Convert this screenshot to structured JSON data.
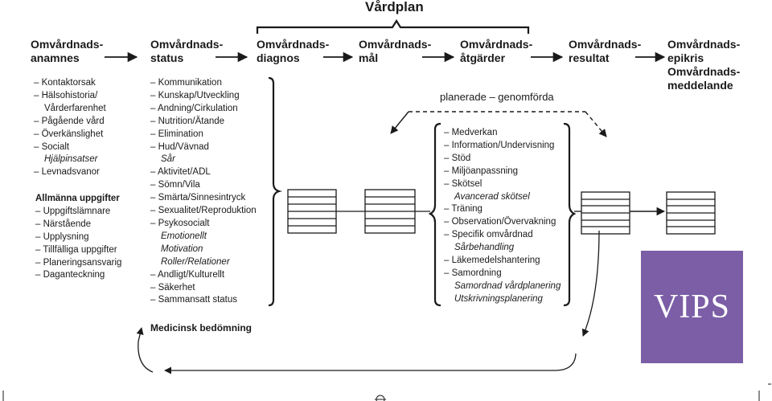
{
  "title": "Vårdplan",
  "steps": [
    {
      "line1": "Omvårdnads-",
      "line2": "anamnes"
    },
    {
      "line1": "Omvårdnads-",
      "line2": "status"
    },
    {
      "line1": "Omvårdnads-",
      "line2": "diagnos"
    },
    {
      "line1": "Omvårdnads-",
      "line2": "mål"
    },
    {
      "line1": "Omvårdnads-",
      "line2": "åtgärder"
    },
    {
      "line1": "Omvårdnads-",
      "line2": "resultat"
    },
    {
      "line1": "Omvårdnads-",
      "line2": "epikris",
      "line3": "Omvårdnads-",
      "line4": "meddelande"
    }
  ],
  "anamnes_items": [
    "– Kontaktorsak",
    "– Hälsohistoria/",
    "Vårderfarenhet",
    "– Pågående vård",
    "– Överkänslighet",
    "– Socialt",
    "Hjälpinsatser",
    "– Levnadsvanor"
  ],
  "allmanna": {
    "heading": "Allmänna uppgifter",
    "items": [
      "– Uppgiftslämnare",
      "– Närstående",
      "– Upplysning",
      "– Tillfälliga uppgifter",
      "– Planeringsansvarig",
      "– Daganteckning"
    ]
  },
  "status_items": [
    "– Kommunikation",
    "– Kunskap/Utveckling",
    "– Andning/Cirkulation",
    "– Nutrition/Ätande",
    "– Elimination",
    "– Hud/Vävnad",
    "Sår",
    "– Aktivitet/ADL",
    "– Sömn/Vila",
    "– Smärta/Sinnesintryck",
    "– Sexualitet/Reproduktion",
    "– Psykosocialt",
    "Emotionellt",
    "Motivation",
    "Roller/Relationer",
    "– Andligt/Kulturellt",
    "– Säkerhet",
    "– Sammansatt status"
  ],
  "medicinsk": "Medicinsk bedömning",
  "planerade": "planerade – genomförda",
  "atgard_items": [
    "– Medverkan",
    "– Information/Undervisning",
    "– Stöd",
    "– Miljöanpassning",
    "– Skötsel",
    "Avancerad skötsel",
    "– Träning",
    "– Observation/Övervakning",
    "– Specifik omvårdnad",
    "Sårbehandling",
    "– Läkemedelshantering",
    "– Samordning",
    "Samordnad vårdplanering",
    "Utskrivningsplanering"
  ],
  "logo": "VIPS",
  "colors": {
    "logo_bg": "#7b5ea6",
    "ink": "#1a1a1a"
  }
}
